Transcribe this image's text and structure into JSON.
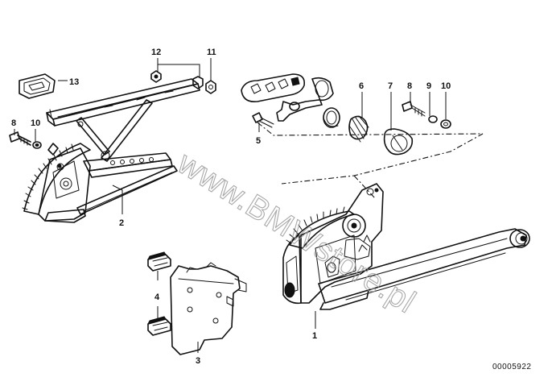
{
  "diagram": {
    "watermark": "www.BMWstore.pl",
    "document_number": "00005922",
    "callouts": {
      "c1": "1",
      "c2": "2",
      "c3": "3",
      "c4": "4",
      "c5": "5",
      "c6": "6",
      "c7": "7",
      "c8a": "8",
      "c8b": "8",
      "c9": "9",
      "c10a": "10",
      "c10b": "10",
      "c11": "11",
      "c12": "12",
      "c13": "13"
    }
  }
}
